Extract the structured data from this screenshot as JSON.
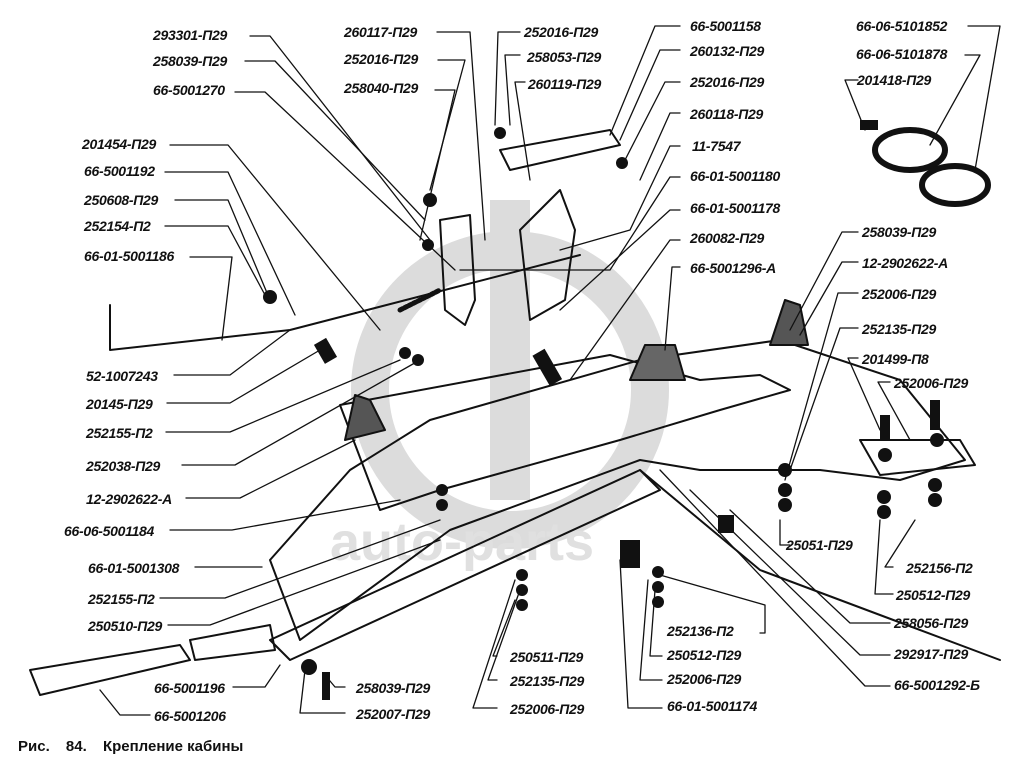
{
  "figure": {
    "prefix": "Рис.",
    "number": "84.",
    "title": "Крепление кабины"
  },
  "watermark": {
    "text": "auto-parts",
    "color": "#d9d9d9"
  },
  "colors": {
    "ink": "#111111",
    "background": "#ffffff",
    "watermark": "#d9d9d9"
  },
  "labels": {
    "l01": "293301-П29",
    "l02": "258039-П29",
    "l03": "66-5001270",
    "l04": "260117-П29",
    "l05": "252016-П29",
    "l06": "258040-П29",
    "l07": "252016-П29",
    "l08": "258053-П29",
    "l09": "260119-П29",
    "l10": "66-5001158",
    "l11": "260132-П29",
    "l12": "252016-П29",
    "l13": "260118-П29",
    "l14": "11-7547",
    "l15": "66-01-5001180",
    "l16": "66-01-5001178",
    "l17": "260082-П29",
    "l18": "66-5001296-А",
    "l19": "66-06-5101852",
    "l20": "66-06-5101878",
    "l21": "201418-П29",
    "l22": "201454-П29",
    "l23": "66-5001192",
    "l24": "250608-П29",
    "l25": "252154-П2",
    "l26": "66-01-5001186",
    "l27": "52-1007243",
    "l28": "20145-П29",
    "l29": "252155-П2",
    "l30": "252038-П29",
    "l31": "12-2902622-А",
    "l32": "66-06-5001184",
    "l33": "66-01-5001308",
    "l34": "252155-П2",
    "l35": "250510-П29",
    "l36": "66-5001196",
    "l37": "66-5001206",
    "l38": "258039-П29",
    "l39": "252007-П29",
    "l40": "250511-П29",
    "l41": "252135-П29",
    "l42": "252006-П29",
    "l43": "252136-П2",
    "l44": "250512-П29",
    "l45": "252006-П29",
    "l46": "66-01-5001174",
    "l47": "258039-П29",
    "l48": "12-2902622-А",
    "l49": "252006-П29",
    "l50": "252135-П29",
    "l51": "201499-П8",
    "l52": "252006-П29",
    "l53": "25051-П29",
    "l54": "252156-П2",
    "l55": "250512-П29",
    "l56": "258056-П29",
    "l57": "292917-П29",
    "l58": "66-5001292-Б"
  }
}
